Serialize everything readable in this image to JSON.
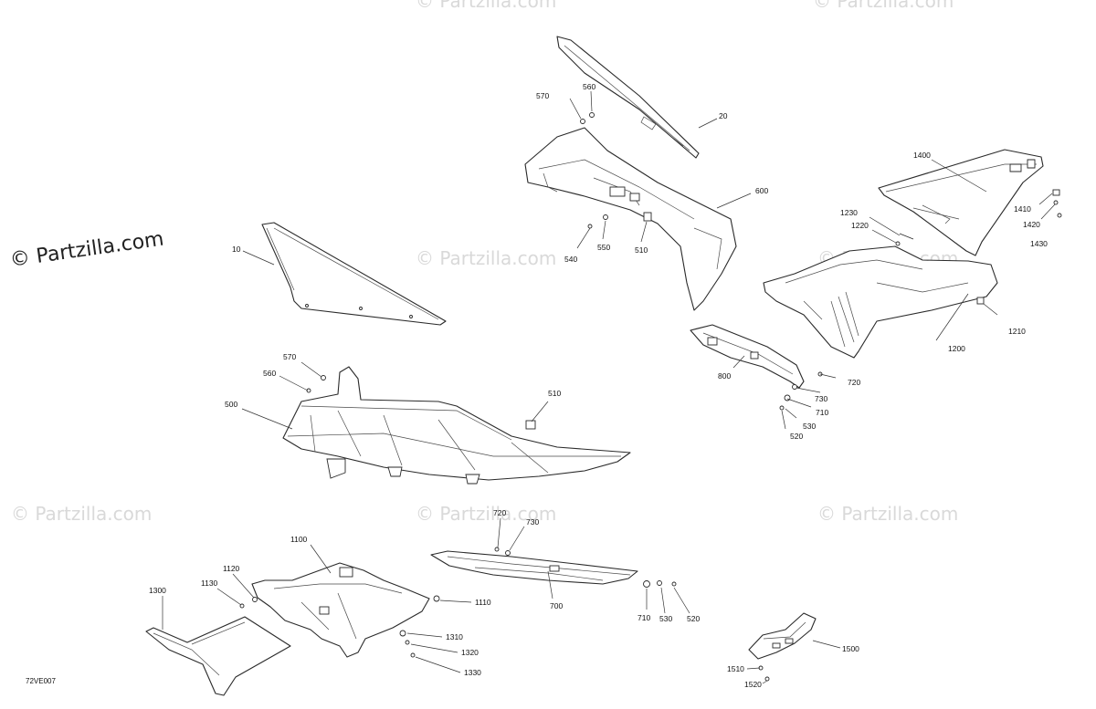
{
  "brand": "© Partzilla.com",
  "watermark": "© Partzilla.com",
  "diagram_code": "72VE007",
  "callouts": [
    "20",
    "560",
    "570",
    "600",
    "540",
    "550",
    "510",
    "10",
    "1400",
    "1230",
    "1220",
    "1410",
    "1420",
    "1430",
    "1200",
    "1210",
    "800",
    "720",
    "730",
    "710",
    "530",
    "520",
    "500",
    "510",
    "560",
    "570",
    "1100",
    "1120",
    "1130",
    "1300",
    "1110",
    "1310",
    "1320",
    "1330",
    "720",
    "730",
    "700",
    "710",
    "530",
    "520",
    "1500",
    "1510",
    "1520"
  ]
}
